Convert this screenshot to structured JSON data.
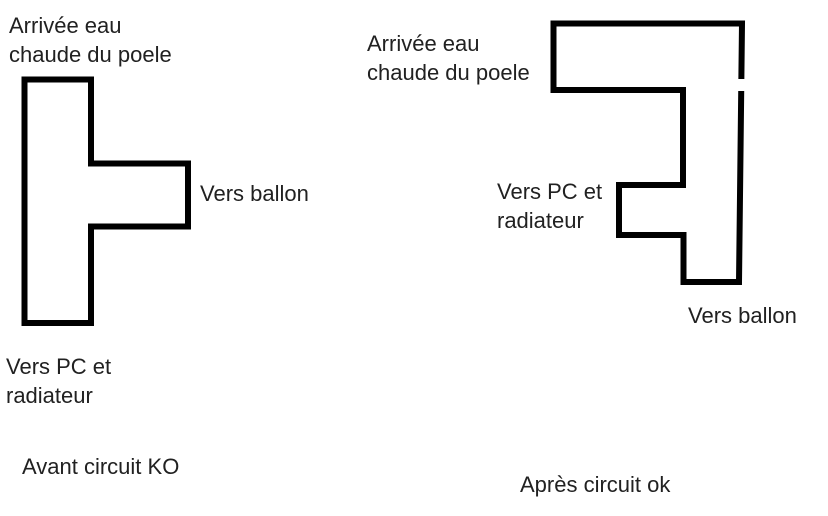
{
  "colors": {
    "background": "#ffffff",
    "stroke": "#000000",
    "text": "#212121"
  },
  "before": {
    "inlet_label": "Arrivée eau\nchaude du poele",
    "branch_label": "Vers ballon",
    "outlet_label": "Vers PC et\nradiateur",
    "caption": "Avant circuit KO"
  },
  "after": {
    "inlet_label": "Arrivée eau\nchaude du poele",
    "branch_label": "Vers PC et\nradiateur",
    "outlet_label": "Vers ballon",
    "caption": "Après circuit ok"
  }
}
